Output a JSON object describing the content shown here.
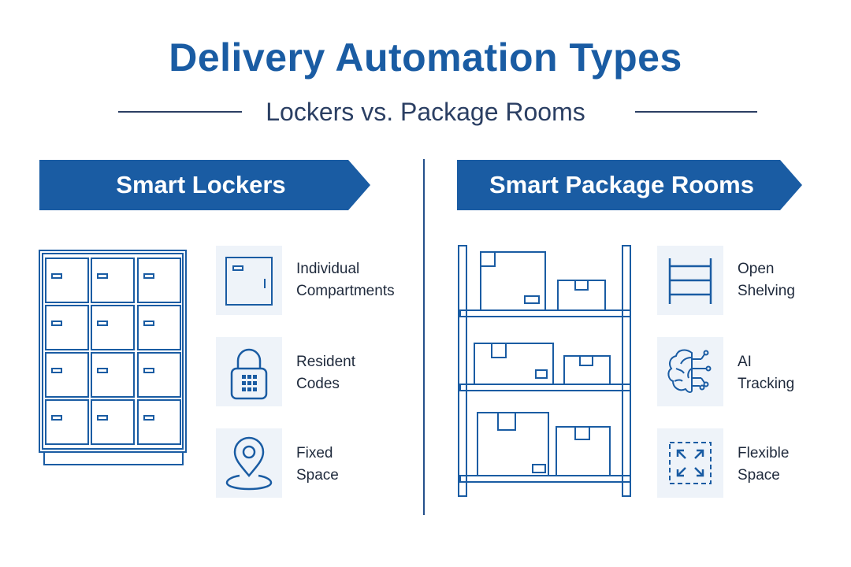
{
  "title": "Delivery Automation Types",
  "subtitle": "Lockers vs. Package Rooms",
  "left_panel": {
    "heading": "Smart Lockers",
    "features": [
      {
        "icon": "locker-door-icon",
        "line1": "Individual",
        "line2": "Compartments"
      },
      {
        "icon": "padlock-keypad-icon",
        "line1": "Resident",
        "line2": "Codes"
      },
      {
        "icon": "location-pin-icon",
        "line1": "Fixed",
        "line2": "Space"
      }
    ]
  },
  "right_panel": {
    "heading": "Smart Package Rooms",
    "features": [
      {
        "icon": "shelving-icon",
        "line1": "Open",
        "line2": "Shelving"
      },
      {
        "icon": "ai-brain-icon",
        "line1": "AI",
        "line2": "Tracking"
      },
      {
        "icon": "expand-arrows-icon",
        "line1": "Flexible",
        "line2": "Space"
      }
    ]
  },
  "colors": {
    "accent": "#1a5ca3",
    "line": "#24508c",
    "icon_bg": "#eef3f9",
    "text": "#1f2a3c"
  }
}
